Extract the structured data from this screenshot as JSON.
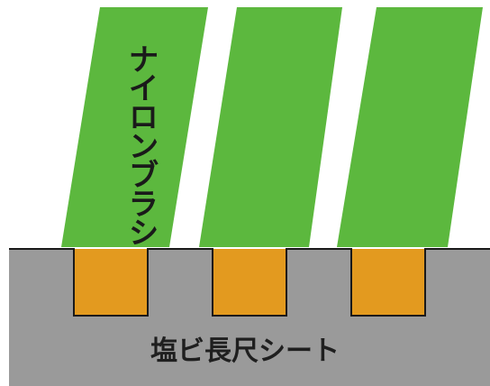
{
  "labels": {
    "brush": "ナイロンブラシ",
    "sheet": "塩ビ長尺シート"
  },
  "colors": {
    "brush_green": "#5cb83e",
    "sheet_gray": "#9a9a9a",
    "groove_orange": "#e39a1f",
    "outline": "#1a1a1a",
    "text": "#1f1f1f"
  },
  "counts": {
    "brush_strips": 3,
    "grooves": 3
  }
}
